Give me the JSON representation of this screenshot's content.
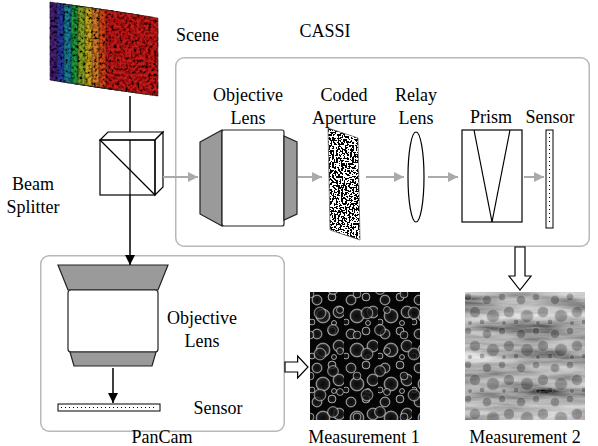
{
  "diagram": {
    "nodes": [
      {
        "text": [
          "Scene"
        ]
      },
      {
        "text": [
          "Beam Splitter"
        ]
      },
      {
        "text": [
          "CASSI"
        ]
      },
      {
        "text": [
          "Objective Lens"
        ],
        "in": 2
      },
      {
        "text": [
          "Coded Aperture"
        ],
        "in": 2
      },
      {
        "text": [
          "Relay Lens"
        ],
        "in": 2
      },
      {
        "text": [
          "Prism"
        ],
        "in": 2
      },
      {
        "text": [
          "Sensor"
        ],
        "in": 2
      },
      {
        "text": [
          "PanCam"
        ]
      },
      {
        "text": [
          "Objective Lens"
        ],
        "in": 8
      },
      {
        "text": [
          "Sensor"
        ],
        "in": 8
      },
      {
        "text": [
          "Measurement 1"
        ]
      },
      {
        "text": [
          "Measurement 2"
        ]
      }
    ],
    "edges": [
      {
        "from": 0,
        "to": 1,
        "arrow": "none"
      },
      {
        "from": 1,
        "to": 3,
        "arrow": "to"
      },
      {
        "from": 3,
        "to": 4,
        "arrow": "to"
      },
      {
        "from": 4,
        "to": 5,
        "arrow": "to"
      },
      {
        "from": 5,
        "to": 6,
        "arrow": "to"
      },
      {
        "from": 6,
        "to": 7,
        "arrow": "to"
      },
      {
        "from": 1,
        "to": 9,
        "arrow": "to"
      },
      {
        "from": 9,
        "to": 10,
        "arrow": "to"
      },
      {
        "from": 8,
        "to": 11,
        "arrow": "to"
      },
      {
        "from": 2,
        "to": 12,
        "arrow": "to"
      }
    ]
  }
}
